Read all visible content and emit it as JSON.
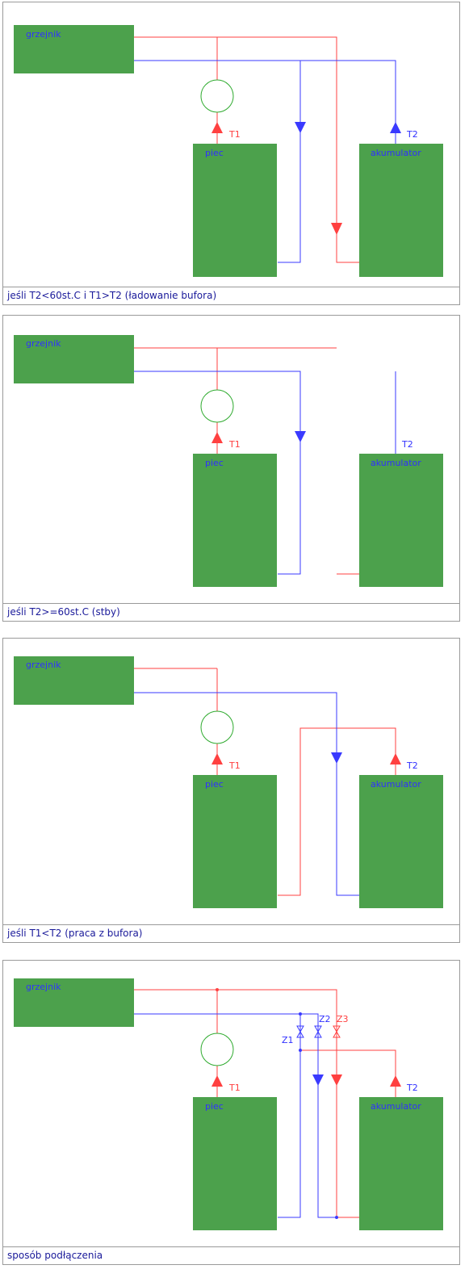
{
  "colors": {
    "box": "#4ca14c",
    "hot": "#ff4040",
    "cold": "#3a3aff",
    "pump": "#2eaa2e",
    "label": "#3030ff",
    "border": "#9a9a9a"
  },
  "labels": {
    "radiator": "grzejnik",
    "boiler": "piec",
    "accumulator": "akumulator",
    "t1": "T1",
    "t2": "T2",
    "z1": "Z1",
    "z2": "Z2",
    "z3": "Z3"
  },
  "panels": [
    {
      "caption": "jeśli T2<60st.C i T1>T2 (ładowanie bufora)"
    },
    {
      "caption": "jeśli T2>=60st.C (stby)"
    },
    {
      "caption": "jeśli T1<T2 (praca z bufora)"
    },
    {
      "caption": "sposób podłączenia"
    }
  ]
}
